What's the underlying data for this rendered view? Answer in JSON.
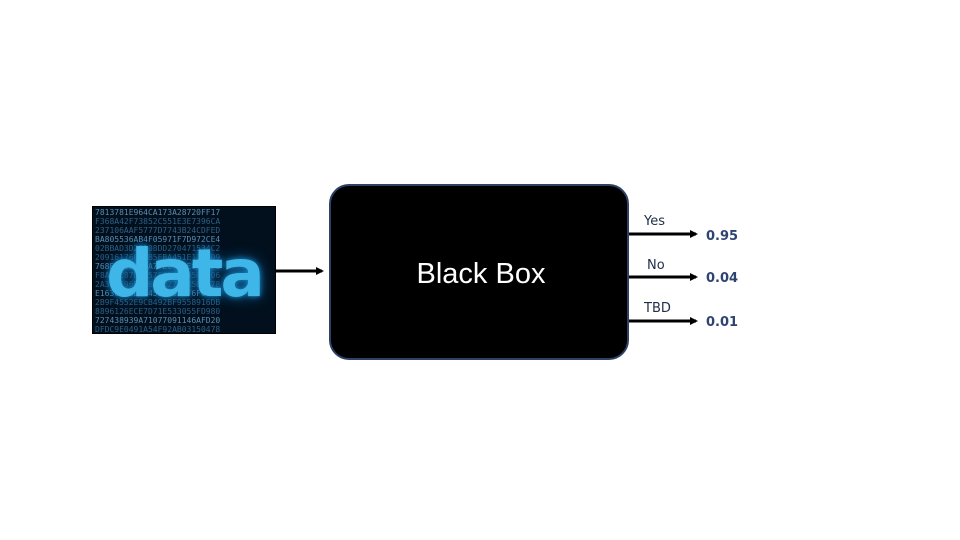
{
  "input_image": {
    "word": "data",
    "glyphs": "0123456789ABCDEF"
  },
  "model": {
    "label": "Black Box"
  },
  "outputs": [
    {
      "label": "Yes",
      "probability": "0.95"
    },
    {
      "label": "No",
      "probability": "0.04"
    },
    {
      "label": "TBD",
      "probability": "0.01"
    }
  ],
  "colors": {
    "box_border": "#2f4166",
    "probability_text": "#2e4370",
    "data_glow": "#3fb6e8"
  }
}
